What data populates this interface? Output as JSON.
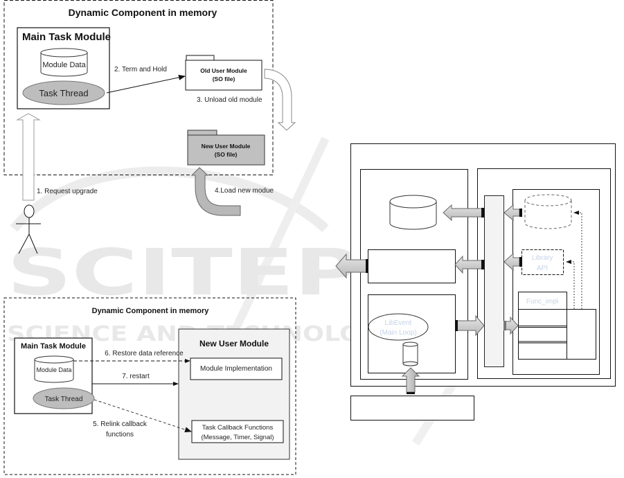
{
  "watermark": {
    "main": "SCITEPRESS",
    "sub": "SCIENCE AND TECHNOLOGY PUBLICATIONS"
  },
  "diagram_upgrade": {
    "container_title": "Dynamic Component in memory",
    "main_module": {
      "title": "Main Task Module",
      "data_label": "Module Data",
      "thread_label": "Task Thread"
    },
    "old_module": {
      "line1": "Old User Module",
      "line2": "(SO file)"
    },
    "new_module": {
      "line1": "New User Module",
      "line2": "(SO file)"
    },
    "steps": {
      "request": "1. Request upgrade",
      "term_hold": "2. Term and Hold",
      "unload": "3. Unload old module",
      "load": "4.Load new modue"
    }
  },
  "diagram_relink": {
    "container_title": "Dynamic Component in memory",
    "main_module": {
      "title": "Main Task Module",
      "data_label": "Module Data",
      "thread_label": "Task Thread"
    },
    "new_module": {
      "title": "New User Module",
      "impl_label": "Module Implementation",
      "callback_line1": "Task Callback Functions",
      "callback_line2": "(Message, Timer, Signal)"
    },
    "steps": {
      "relink_line1": "5. Relink callback",
      "relink_line2": "functions",
      "restore": "6. Restore data reference",
      "restart": "7. restart"
    }
  },
  "diagram_architecture": {
    "library_api_line1": "Library",
    "library_api_line2": "API",
    "func_impl": "Func_impl",
    "libevent_line1": "LibEvent",
    "libevent_line2": "(Main Loop)"
  }
}
